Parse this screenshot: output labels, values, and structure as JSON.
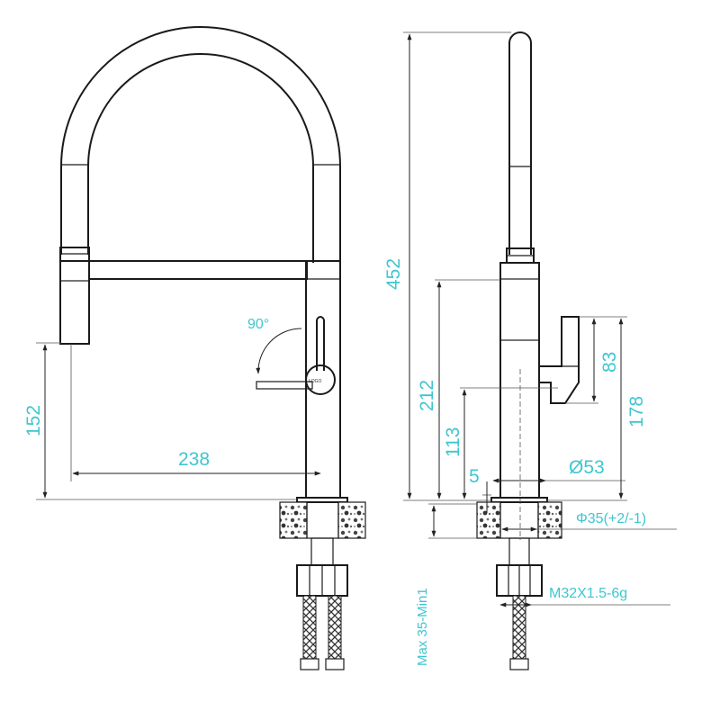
{
  "dimensions": {
    "height_total": "452",
    "spout_height": "152",
    "reach": "238",
    "lever_rotation": "90°",
    "handle_height": "212",
    "lever_axis_height": "113",
    "lever_length": "83",
    "lever_top_height": "178",
    "base_offset": "5",
    "base_diameter": "Ø53",
    "hole_diameter": "Φ35(+2/-1)",
    "thread": "M32X1.5-6g",
    "countertop": "Max 35-Min1"
  },
  "colors": {
    "dimension_text": "#3fc6cf",
    "line_art": "#1a1a1a",
    "background": "#ffffff"
  }
}
